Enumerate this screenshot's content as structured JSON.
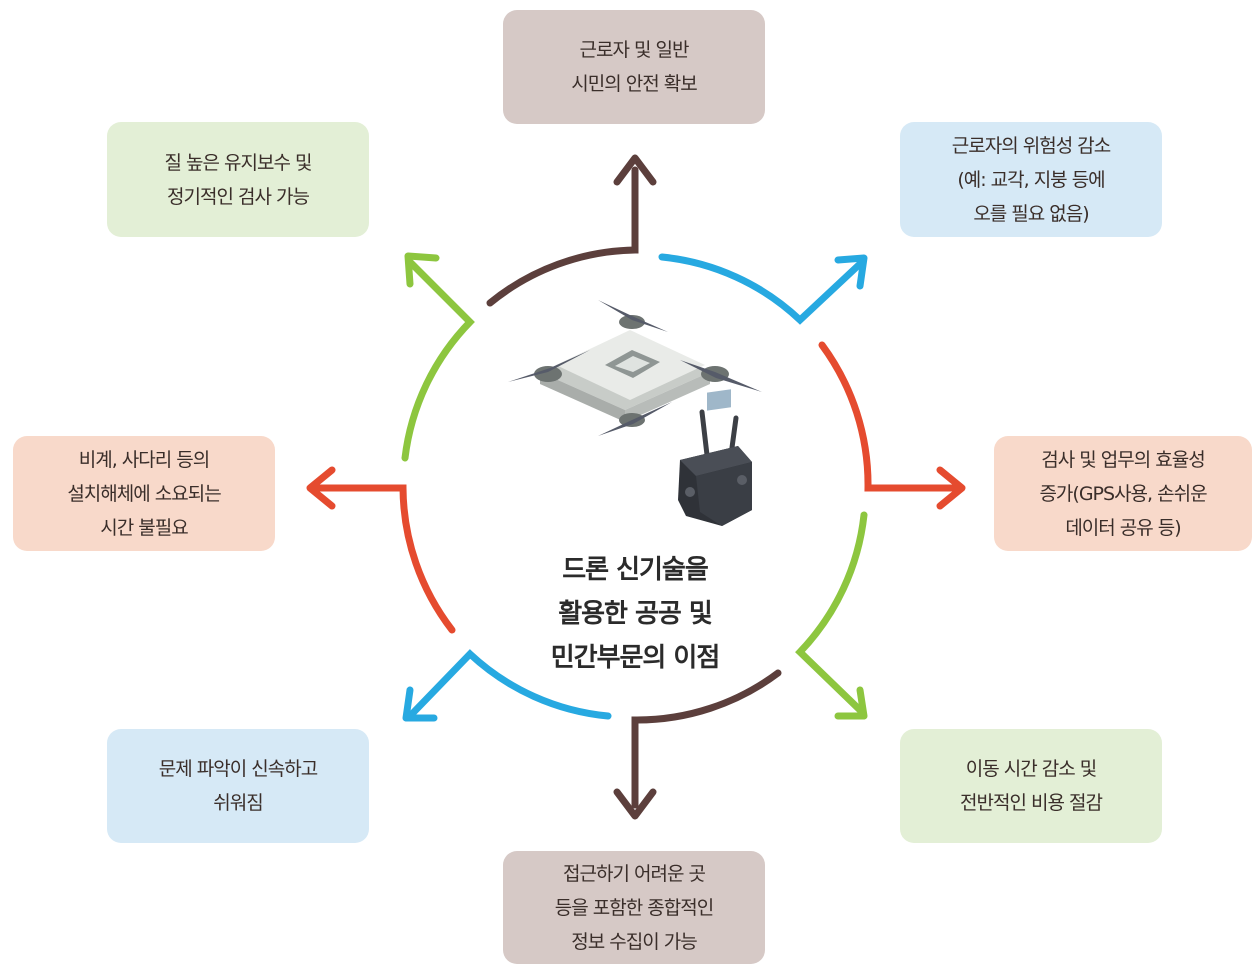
{
  "center": {
    "line1": "드론 신기술을",
    "line2": "활용한 공공 및",
    "line3": "민간부문의 이점"
  },
  "benefits": {
    "top": "근로자 및 일반\n시민의 안전 확보",
    "top_right": "근로자의 위험성 감소\n(예: 교각, 지붕 등에\n오를 필요 없음)",
    "right": "검사 및 업무의 효율성\n증가(GPS사용, 손쉬운\n데이터 공유 등)",
    "bottom_right": "이동 시간 감소 및\n전반적인 비용 절감",
    "bottom": "접근하기 어려운 곳\n등을 포함한 종합적인\n정보 수집이 가능",
    "bottom_left": "문제 파악이 신속하고\n쉬워짐",
    "left": "비계, 사다리 등의\n설치해체에 소요되는\n시간 불필요",
    "top_left": "질 높은 유지보수 및\n정기적인 검사 가능"
  },
  "colors": {
    "brown": "#5c3f3c",
    "blue": "#27a9e1",
    "red": "#e54b2f",
    "green": "#8dc63f"
  }
}
